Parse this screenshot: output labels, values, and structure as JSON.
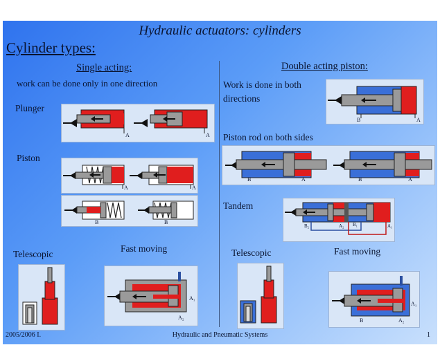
{
  "slide": {
    "title": "Hydraulic actuators: cylinders",
    "subtitle": "Cylinder types:"
  },
  "left": {
    "heading": "Single acting:",
    "description": "work can be done only in one direction",
    "plunger_label": "Plunger",
    "piston_label": "Piston",
    "telescopic_label": "Telescopic",
    "fast_moving_label": "Fast moving"
  },
  "right": {
    "heading": "Double acting piston:",
    "work_text_line1": "Work is done in both",
    "work_text_line2": "directions",
    "rod_both_sides_label": "Piston rod on both sides",
    "tandem_label": "Tandem",
    "telescopic_label": "Telescopic",
    "fast_moving_label": "Fast moving"
  },
  "port_labels": {
    "a": "A",
    "b": "B",
    "a1": "A₁",
    "a2": "A₂",
    "b1": "B₁",
    "b2": "B₂"
  },
  "footer": {
    "left": "2005/2006 I.",
    "center": "Hydraulic and Pneumatic Systems",
    "page": "1"
  },
  "colors": {
    "background_start": "#2f73ee",
    "background_end": "#c9e0fc",
    "fluid_red": "#e01e1e",
    "fluid_blue": "#3a6fd8",
    "steel_gray": "#9a9a9a"
  }
}
